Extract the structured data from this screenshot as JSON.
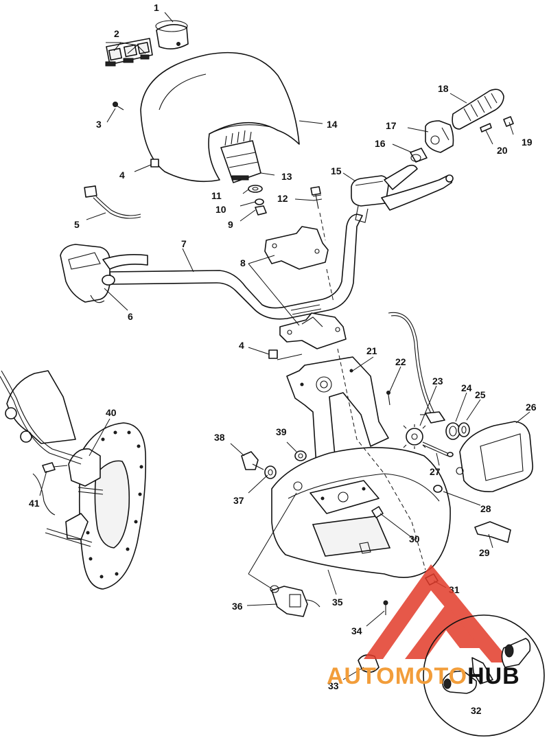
{
  "callouts": [
    "1",
    "2",
    "3",
    "4",
    "4",
    "5",
    "6",
    "7",
    "8",
    "9",
    "10",
    "11",
    "12",
    "13",
    "14",
    "15",
    "16",
    "17",
    "18",
    "19",
    "20",
    "21",
    "22",
    "23",
    "24",
    "25",
    "26",
    "27",
    "28",
    "29",
    "30",
    "31",
    "32",
    "33",
    "34",
    "35",
    "36",
    "37",
    "38",
    "39",
    "40",
    "41"
  ],
  "watermark": {
    "text_part1": "AUTOMOTO",
    "text_part2": "HUB",
    "color_red": "#e23b2a",
    "color_orange": "#f29d3a",
    "color_black": "#111111"
  }
}
